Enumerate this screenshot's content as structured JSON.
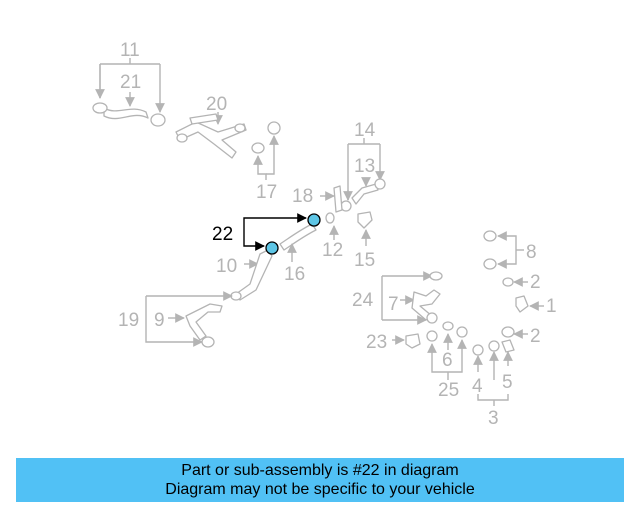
{
  "callouts": {
    "n1": "1",
    "n2a": "2",
    "n2b": "2",
    "n3": "3",
    "n4": "4",
    "n5": "5",
    "n6": "6",
    "n7": "7",
    "n8": "8",
    "n9": "9",
    "n10": "10",
    "n11": "11",
    "n12": "12",
    "n13": "13",
    "n14": "14",
    "n15": "15",
    "n16": "16",
    "n17": "17",
    "n18": "18",
    "n19": "19",
    "n20": "20",
    "n21": "21",
    "n22": "22",
    "n23": "23",
    "n24": "24",
    "n25": "25"
  },
  "highlight_color": "#5ec6e6",
  "banner": {
    "background": "#51c1f5",
    "line1": "Part or sub-assembly is #22 in diagram",
    "line2": "Diagram may not be specific to your vehicle"
  }
}
